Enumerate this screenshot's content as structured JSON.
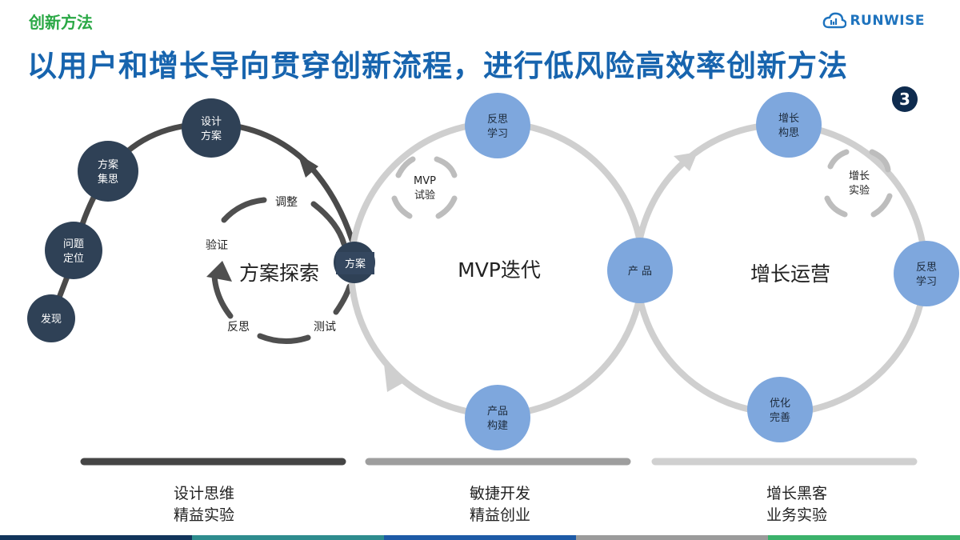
{
  "header": {
    "section_label": "创新方法",
    "title": "以用户和增长导向贯穿创新流程，进行低风险高效率创新方法",
    "page_number": "3",
    "logo_text": "RUNWISE"
  },
  "left_chain": [
    "发现",
    "问题\n定位",
    "方案\n集思",
    "设计\n方案"
  ],
  "explore": {
    "title": "方案探索",
    "hub": "方案",
    "steps": [
      "调整",
      "验证",
      "反思",
      "测试"
    ]
  },
  "mvp": {
    "title": "MVP迭代",
    "top_node": "反思\n学习",
    "bottom_node": "产品\n构建",
    "inner_loop": "MVP\n试验"
  },
  "shared_node": "产 品",
  "growth": {
    "title": "增长运营",
    "top_node": "增长\n构思",
    "right_node": "反思\n学习",
    "bottom_node": "优化\n完善",
    "inner_loop": "增长\n实验"
  },
  "bottom_bars": [
    {
      "line1": "设计思维",
      "line2": "精益实验",
      "color": "#454545"
    },
    {
      "line1": "敏捷开发",
      "line2": "精益创业",
      "color": "#9e9e9e"
    },
    {
      "line1": "增长黑客",
      "line2": "业务实验",
      "color": "#d0d0d0"
    }
  ],
  "colors": {
    "dark_node": "#2f4156",
    "blue_node": "#7ea7dd",
    "footer": [
      "#12355b",
      "#2e8c8e",
      "#1d5aa6",
      "#9b9b9b",
      "#3bb26b"
    ]
  }
}
